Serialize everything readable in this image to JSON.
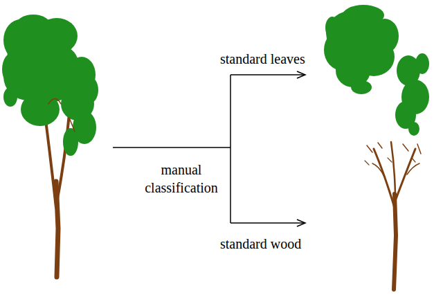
{
  "diagram": {
    "labels": [
      "standard leaves",
      "manual classification",
      "standard wood"
    ]
  }
}
